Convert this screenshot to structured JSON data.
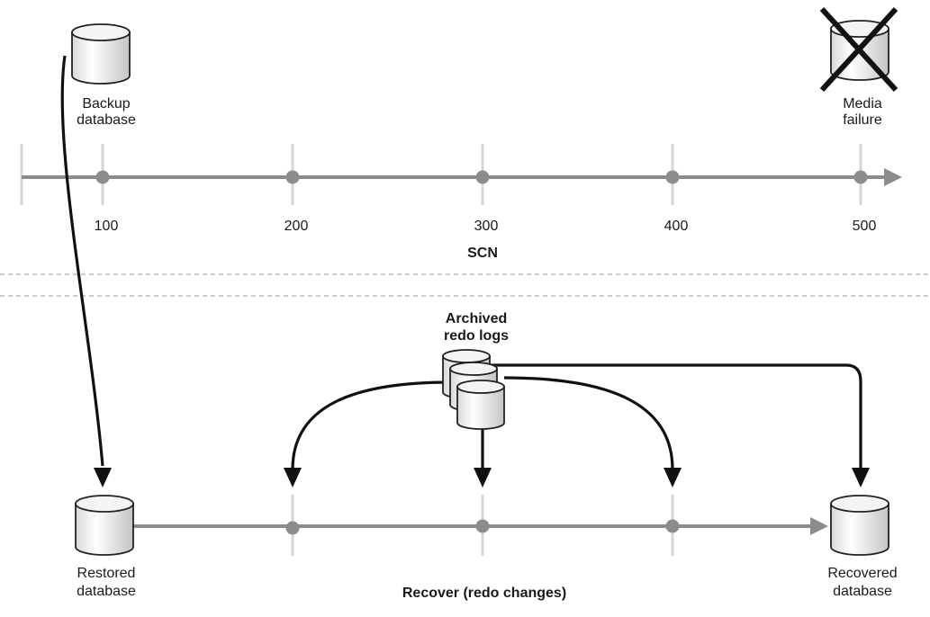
{
  "top": {
    "backup_label": [
      "Backup",
      "database"
    ],
    "media_failure_label": [
      "Media",
      "failure"
    ],
    "scn_ticks": [
      "100",
      "200",
      "300",
      "400",
      "500"
    ],
    "axis_title": "SCN"
  },
  "bottom": {
    "archived_label": [
      "Archived",
      "redo logs"
    ],
    "restored_label": [
      "Restored",
      "database"
    ],
    "recovered_label": [
      "Recovered",
      "database"
    ],
    "process_label": "Recover (redo changes)"
  }
}
